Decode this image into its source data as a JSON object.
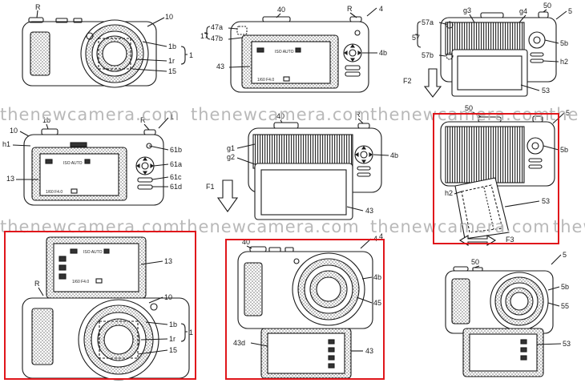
{
  "watermark": "thenewcamera.com",
  "labels": {
    "p1": {
      "r": "R",
      "n10": "10",
      "n1b": "1b",
      "n1r": "1r",
      "n15": "15",
      "n1": "1"
    },
    "p2": {
      "n40": "40",
      "r": "R",
      "n4": "4",
      "n17": "17",
      "n47a": "47a",
      "n47b": "47b",
      "n43": "43",
      "n4b": "4b",
      "screen_top": "ISO AUTO",
      "screen_bot": "1/60  F4.0"
    },
    "p3": {
      "n57": "57",
      "n57a": "57a",
      "n57b": "57b",
      "g3": "g3",
      "g4": "g4",
      "n50": "50",
      "n5": "5",
      "n5b": "5b",
      "h2": "h2",
      "n53": "53",
      "f2": "F2"
    },
    "p4": {
      "n1b": "1b",
      "n10": "10",
      "r": "R",
      "n1": "1",
      "h1": "h1",
      "n61b": "61b",
      "n61a": "61a",
      "n61c": "61c",
      "n61d": "61d",
      "n13": "13",
      "screen_top": "ISO AUTO",
      "screen_bot": "1/60  F4.0"
    },
    "p5": {
      "n40": "40",
      "r": "R",
      "g1": "g1",
      "g2": "g2",
      "n4b": "4b",
      "f1": "F1",
      "n43": "43",
      "n4": "4"
    },
    "p6": {
      "n50": "50",
      "n5": "5",
      "n5b": "5b",
      "h2": "h2",
      "n53": "53",
      "f3": "F3"
    },
    "p7": {
      "n13": "13",
      "r": "R",
      "n10": "10",
      "n1b": "1b",
      "n1r": "1r",
      "n15": "15",
      "n1": "1",
      "screen_top": "ISO AUTO",
      "screen_bot": "1/60  F4.0"
    },
    "p8": {
      "n4": "4",
      "n40": "40",
      "n4b": "4b",
      "n45": "45",
      "n43d": "43d",
      "n43": "43"
    },
    "p9": {
      "n5": "5",
      "n50": "50",
      "n5b": "5b",
      "n55": "55",
      "n53": "53"
    }
  }
}
